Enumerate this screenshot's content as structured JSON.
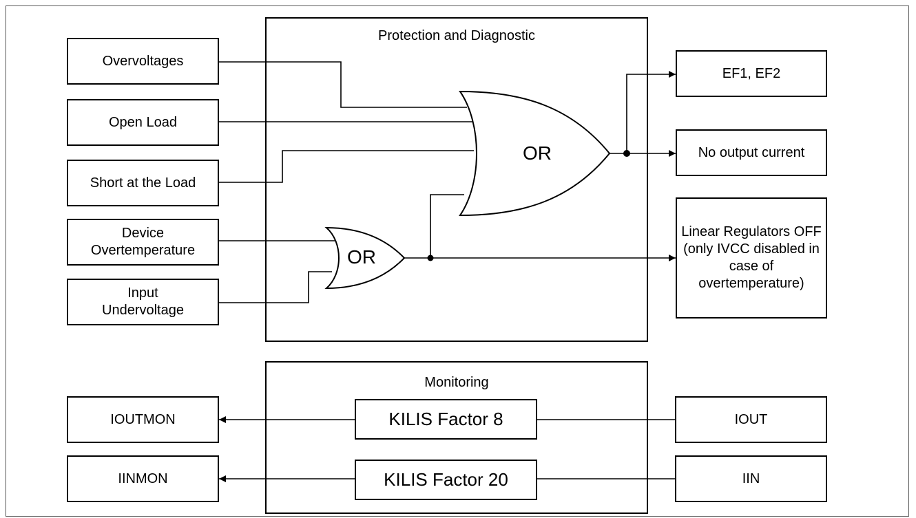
{
  "protection": {
    "title": "Protection and Diagnostic",
    "inputs": {
      "overvoltages": "Overvoltages",
      "open_load": "Open Load",
      "short_load": "Short at the Load",
      "device_overtemp": "Device Overtemperature",
      "input_undervoltage": "Input Undervoltage"
    },
    "gates": {
      "main_or": "OR",
      "small_or": "OR"
    },
    "outputs": {
      "ef": "EF1, EF2",
      "no_current": "No output current",
      "linear_regulators": "Linear Regulators OFF (only IVCC disabled in case of overtemperature)"
    }
  },
  "monitoring": {
    "title": "Monitoring",
    "outputs": {
      "ioutmon": "IOUTMON",
      "iinmon": "IINMON"
    },
    "factors": {
      "kilis8": "KILIS Factor 8",
      "kilis20": "KILIS Factor 20"
    },
    "inputs": {
      "iout": "IOUT",
      "iin": "IIN"
    }
  }
}
